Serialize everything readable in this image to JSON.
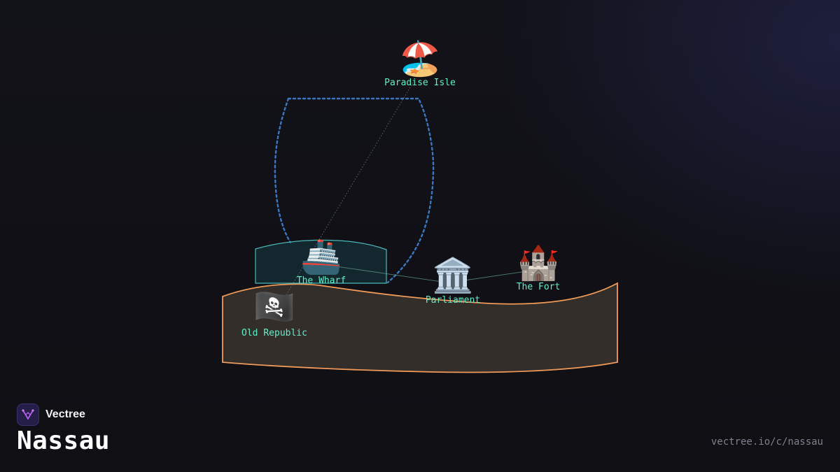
{
  "brand": {
    "name": "Vectree",
    "title": "Nassau",
    "url": "vectree.io/c/nassau"
  },
  "nodes": {
    "paradise_isle": {
      "label": "Paradise Isle",
      "icon": "🏖️",
      "icon_name": "beach-umbrella-icon"
    },
    "the_wharf": {
      "label": "The Wharf",
      "icon": "🚢",
      "icon_name": "ship-icon"
    },
    "parliament": {
      "label": "Parliament",
      "icon": "🏛️",
      "icon_name": "classical-building-icon"
    },
    "the_fort": {
      "label": "The Fort",
      "icon": "🏰",
      "icon_name": "castle-icon"
    },
    "old_republic": {
      "label": "Old Republic",
      "icon": "🏴‍☠️",
      "icon_name": "pirate-flag-icon"
    }
  },
  "colors": {
    "label": "#5ef0c8",
    "zone_dotted": "#3a78c2",
    "wharf_zone": "#4ab8b8",
    "island_stroke": "#f09a5a",
    "island_fill": "#37302c",
    "background": "#101016"
  }
}
